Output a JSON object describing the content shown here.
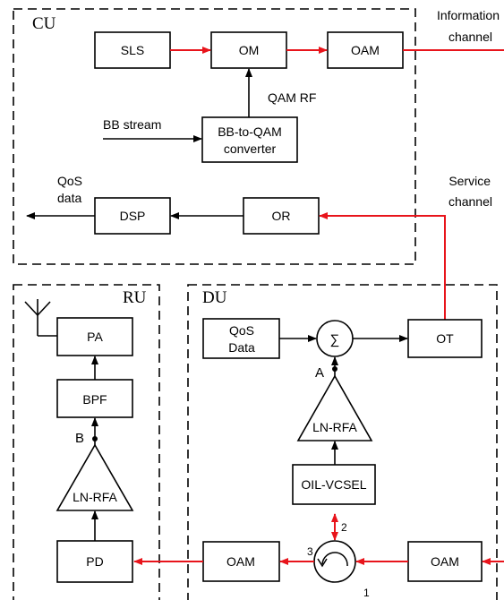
{
  "colors": {
    "optical": "#e8141b",
    "electrical": "#000000"
  },
  "units": {
    "cu": "CU",
    "du": "DU",
    "ru": "RU"
  },
  "channels": {
    "information_line1": "Information",
    "information_line2": "channel",
    "service_line1": "Service",
    "service_line2": "channel"
  },
  "cu": {
    "sls": "SLS",
    "om": "OM",
    "oam": "OAM",
    "qam_rf": "QAM RF",
    "bb_stream": "BB stream",
    "converter_line1": "BB-to-QAM",
    "converter_line2": "converter",
    "qos_line1": "QoS",
    "qos_line2": "data",
    "dsp": "DSP",
    "or": "OR"
  },
  "du": {
    "qos_line1": "QoS",
    "qos_line2": "Data",
    "sum_symbol": "∑",
    "ot": "OT",
    "point_a": "A",
    "ln_rfa": "LN-RFA",
    "oil_vcsel": "OIL-VCSEL",
    "oam_left": "OAM",
    "oam_right": "OAM",
    "port1": "1",
    "port2": "2",
    "port3": "3"
  },
  "ru": {
    "pa": "PA",
    "bpf": "BPF",
    "point_b": "B",
    "ln_rfa": "LN-RFA",
    "pd": "PD"
  }
}
